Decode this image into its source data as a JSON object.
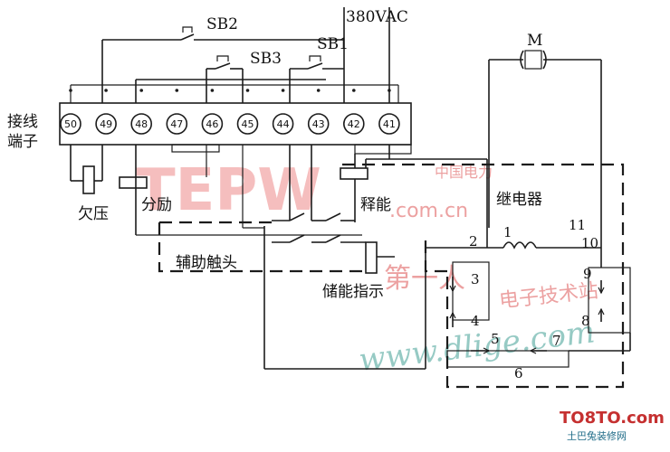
{
  "labels": {
    "supply": "380VAC",
    "sb1": "SB1",
    "sb2": "SB2",
    "sb3": "SB3",
    "motor": "M",
    "terminal_block": [
      "接线",
      "端子"
    ],
    "undervoltage": "欠压",
    "shunt": "分励",
    "release": "释能",
    "relay": "继电器",
    "aux_contact": "辅助触头",
    "storage_indicator": "储能指示"
  },
  "terminals": [
    "50",
    "49",
    "48",
    "47",
    "46",
    "45",
    "44",
    "43",
    "42",
    "41"
  ],
  "relay_pins": [
    "1",
    "2",
    "3",
    "4",
    "5",
    "6",
    "7",
    "8",
    "9",
    "10",
    "11"
  ],
  "watermarks": {
    "big": "TEPW",
    "com": ".com.cn",
    "cn_top": "中国电力",
    "cn_left": "第一人",
    "cn_right": "电子技术站",
    "url": "www.dlige.com",
    "logo": "TO8TO.com",
    "logo_sub": "土巴兔装修网"
  }
}
